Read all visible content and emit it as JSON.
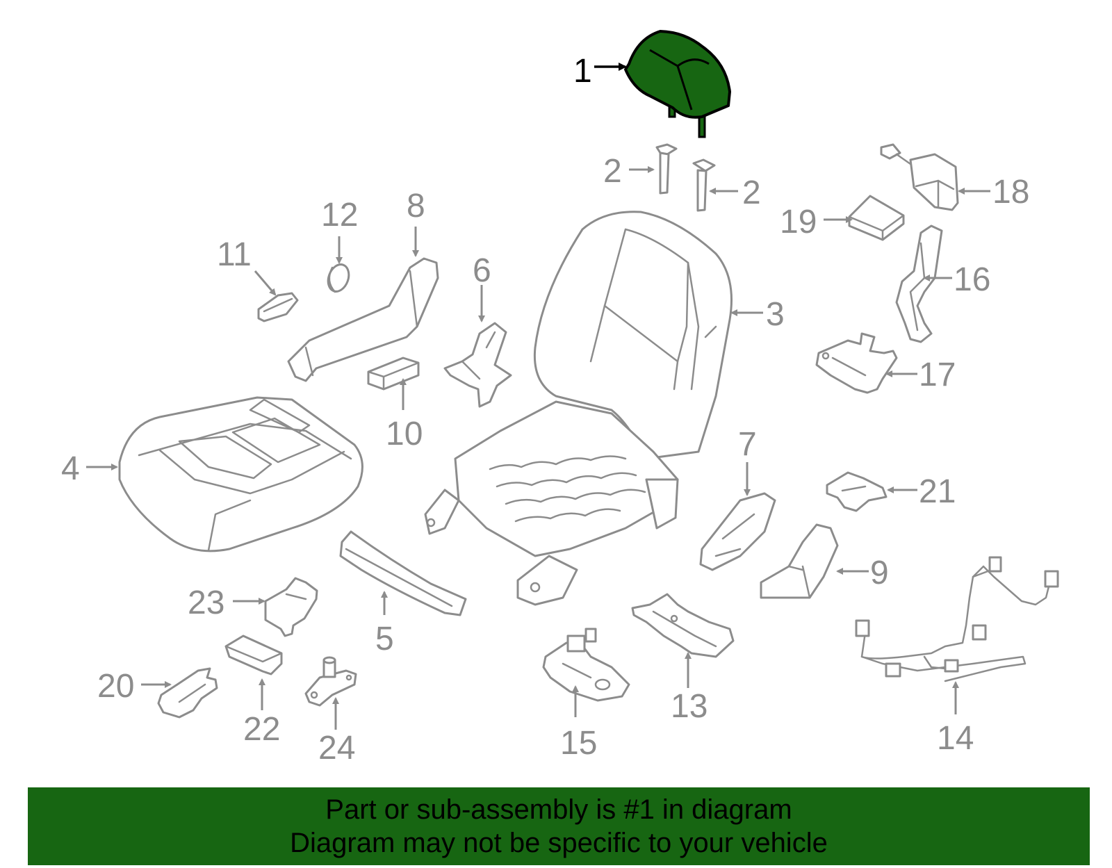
{
  "callouts": {
    "c1": "1",
    "c2a": "2",
    "c2b": "2",
    "c3": "3",
    "c4": "4",
    "c5": "5",
    "c6": "6",
    "c7": "7",
    "c8": "8",
    "c9": "9",
    "c10": "10",
    "c11": "11",
    "c12": "12",
    "c13": "13",
    "c14": "14",
    "c15": "15",
    "c16": "16",
    "c17": "17",
    "c18": "18",
    "c19": "19",
    "c20": "20",
    "c21": "21",
    "c22": "22",
    "c23": "23",
    "c24": "24"
  },
  "highlighted_part": "1",
  "colors": {
    "highlight": "#176612",
    "parts": "#8c8c8c",
    "banner": "#176612"
  },
  "banner": {
    "line1": "Part or sub-assembly is #1 in diagram",
    "line2": "Diagram may not be specific to your vehicle"
  }
}
